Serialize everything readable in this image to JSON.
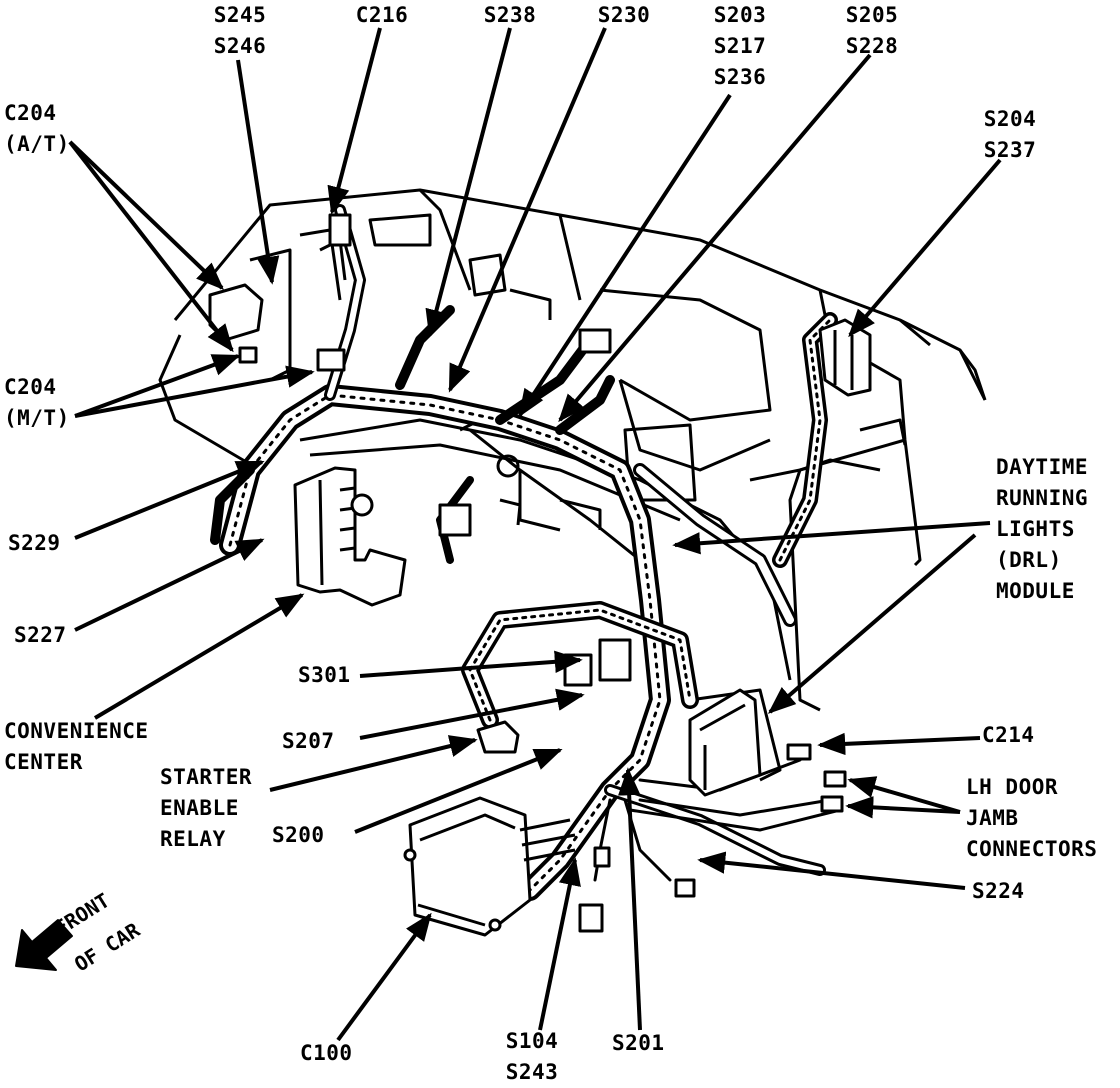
{
  "labels": {
    "s245_s246": [
      "S245",
      "S246"
    ],
    "c216": [
      "C216"
    ],
    "s238": [
      "S238"
    ],
    "s230": [
      "S230"
    ],
    "s203_s217_s236": [
      "S203",
      "S217",
      "S236"
    ],
    "s205_s228": [
      "S205",
      "S228"
    ],
    "c204_at": [
      "C204",
      "(A/T)"
    ],
    "s204_s237": [
      "S204",
      "S237"
    ],
    "c204_mt": [
      "C204",
      "(M/T)"
    ],
    "drl": [
      "DAYTIME",
      "RUNNING",
      "LIGHTS",
      "(DRL)",
      "MODULE"
    ],
    "s229": [
      "S229"
    ],
    "s227": [
      "S227"
    ],
    "s301": [
      "S301"
    ],
    "convenience_center": [
      "CONVENIENCE",
      "CENTER"
    ],
    "s207": [
      "S207"
    ],
    "c214": [
      "C214"
    ],
    "starter_relay": [
      "STARTER",
      "ENABLE",
      "RELAY"
    ],
    "lh_door": [
      "LH DOOR",
      "JAMB",
      "CONNECTORS"
    ],
    "s200": [
      "S200"
    ],
    "s224": [
      "S224"
    ],
    "c100": [
      "C100"
    ],
    "s104_s243": [
      "S104",
      "S243"
    ],
    "s201": [
      "S201"
    ]
  },
  "orientation": {
    "line1": "FRONT",
    "line2": "OF CAR",
    "icon": "arrow-down-left-icon"
  }
}
